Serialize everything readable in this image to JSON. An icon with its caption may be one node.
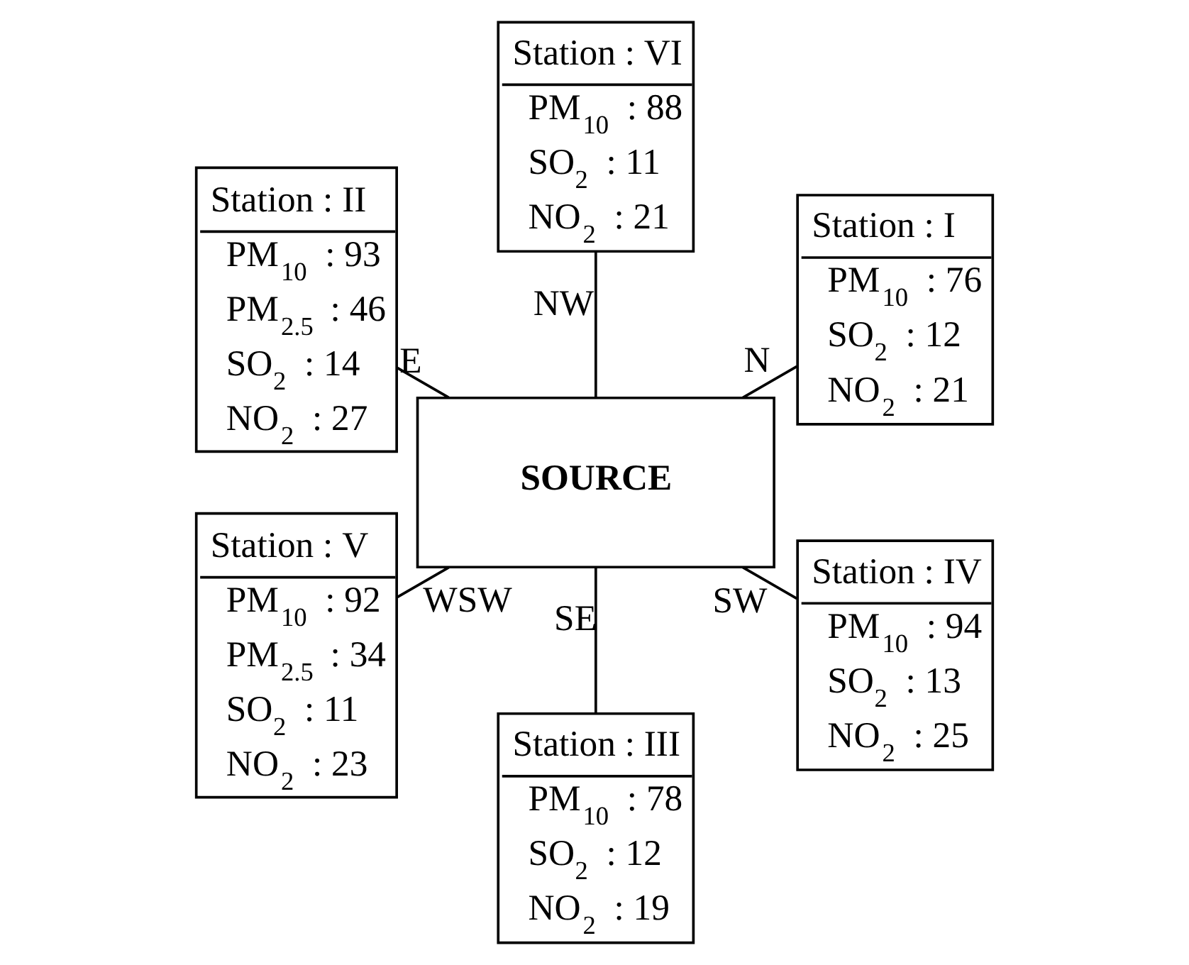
{
  "diagram": {
    "nodes": [
      {
        "text": [
          "Station : I",
          "PM$_{10}$ : 76",
          "SO$_{2}$ : 12",
          "NO$_{2}$ : 21"
        ]
      },
      {
        "text": [
          "Station : VI",
          "PM$_{10}$ : 88",
          "SO$_{2}$ : 11",
          "NO$_{2}$ : 21"
        ]
      },
      {
        "text": [
          "SOURCE"
        ]
      },
      {
        "text": [
          "Station : II",
          "PM$_{10}$ : 93",
          "PM$_{2.5}$ : 46",
          "SO$_{2}$ : 14",
          "NO$_{2}$ : 27"
        ]
      },
      {
        "text": [
          "Station : V",
          "PM$_{10}$ : 92",
          "PM$_{2.5}$ : 34",
          "SO$_{2}$ : 11",
          "NO$_{2}$ : 23"
        ]
      },
      {
        "text": [
          "Station : III",
          "PM$_{10}$ : 78",
          "SO$_{2}$ : 12",
          "NO$_{2}$ : 19"
        ]
      },
      {
        "text": [
          "Station : IV",
          "PM$_{10}$ : 94",
          "SO$_{2}$ : 13",
          "NO$_{2}$ : 25"
        ]
      }
    ],
    "edges": [
      {
        "from": 2,
        "to": 0,
        "arrow": "none",
        "label": "N"
      },
      {
        "from": 2,
        "to": 1,
        "arrow": "none",
        "label": "NW"
      },
      {
        "from": 2,
        "to": 4,
        "arrow": "none",
        "label": "WSW"
      },
      {
        "from": 2,
        "to": 6,
        "arrow": "none",
        "label": "SW"
      },
      {
        "from": 2,
        "to": 5,
        "arrow": "none",
        "label": "SE"
      },
      {
        "from": 2,
        "to": 3,
        "arrow": "none",
        "label": "E"
      }
    ]
  }
}
